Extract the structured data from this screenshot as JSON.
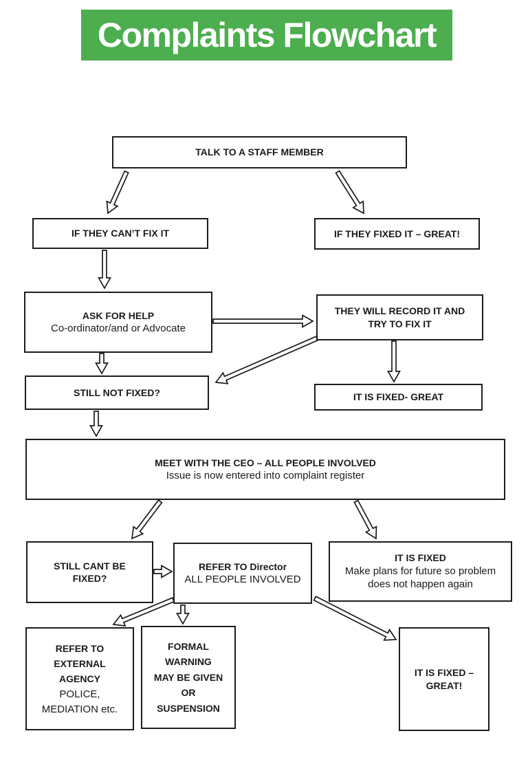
{
  "title": {
    "text": "Complaints Flowchart"
  },
  "colors": {
    "banner_green": "#4cae4f",
    "box_border": "#1c1c1c",
    "box_fill": "#ffffff",
    "text": "#1a1a1a"
  },
  "nodes": {
    "talk_to_staff": {
      "title": "TALK TO A STAFF MEMBER"
    },
    "if_cant_fix": {
      "title": "IF THEY CAN’T FIX IT"
    },
    "if_fixed_great": {
      "title": "IF THEY FIXED IT – GREAT!"
    },
    "ask_for_help": {
      "title": "ASK FOR HELP",
      "subtitle": "Co-ordinator/and or Advocate"
    },
    "record_and_fix": {
      "title": [
        "THEY WILL RECORD IT AND",
        "TRY TO FIX IT"
      ]
    },
    "still_not_fixed": {
      "title": "STILL NOT FIXED?"
    },
    "fixed_great_mid": {
      "title": "IT IS FIXED- GREAT"
    },
    "meet_ceo": {
      "title": "MEET WITH THE CEO – ALL PEOPLE INVOLVED",
      "subtitle": "Issue is now entered into complaint register"
    },
    "still_cant_be_fixed": {
      "title": [
        "STILL CANT BE",
        "FIXED?"
      ]
    },
    "refer_director": {
      "title": "REFER TO Director",
      "subtitle": "ALL PEOPLE INVOLVED"
    },
    "fixed_make_plans": {
      "title": "IT IS FIXED",
      "subtitle": [
        "Make plans for future so problem",
        "does not happen again"
      ]
    },
    "refer_external": {
      "title": [
        "REFER TO",
        "EXTERNAL",
        "AGENCY"
      ],
      "subtitle": [
        "POLICE,",
        "MEDIATION etc."
      ]
    },
    "formal_warning": {
      "title": [
        "FORMAL",
        "WARNING",
        "MAY BE GIVEN",
        "OR",
        "SUSPENSION"
      ]
    },
    "fixed_great_final": {
      "title": [
        "IT IS FIXED –",
        "GREAT!"
      ]
    }
  },
  "edges": [
    {
      "from": "talk_to_staff",
      "to": "if_cant_fix"
    },
    {
      "from": "talk_to_staff",
      "to": "if_fixed_great"
    },
    {
      "from": "if_cant_fix",
      "to": "ask_for_help"
    },
    {
      "from": "ask_for_help",
      "to": "record_and_fix"
    },
    {
      "from": "record_and_fix",
      "to": "still_not_fixed"
    },
    {
      "from": "ask_for_help",
      "to": "still_not_fixed"
    },
    {
      "from": "record_and_fix",
      "to": "fixed_great_mid"
    },
    {
      "from": "still_not_fixed",
      "to": "meet_ceo"
    },
    {
      "from": "meet_ceo",
      "to": "still_cant_be_fixed"
    },
    {
      "from": "meet_ceo",
      "to": "fixed_make_plans"
    },
    {
      "from": "still_cant_be_fixed",
      "to": "refer_director"
    },
    {
      "from": "refer_director",
      "to": "refer_external"
    },
    {
      "from": "refer_director",
      "to": "formal_warning"
    },
    {
      "from": "refer_director",
      "to": "fixed_great_final"
    }
  ]
}
